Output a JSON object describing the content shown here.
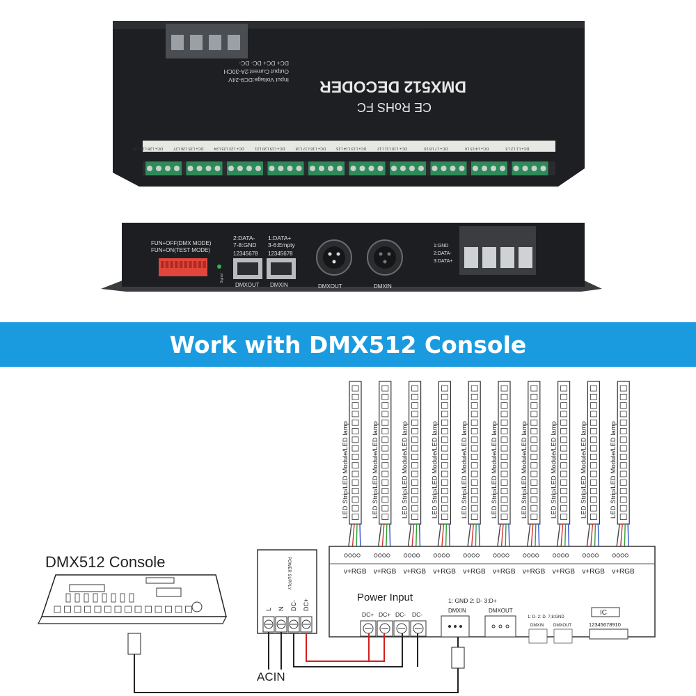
{
  "top_device": {
    "title": "DMX512 DECODER",
    "certs": "CE RoHS FC",
    "specs": [
      "Input Voltage:DC9-24V",
      "Output Current:2A-30CH",
      "DC+ DC+ DC- DC-"
    ],
    "terminal_groups": [
      "DC+ L1 L2 L3",
      "DC+ L4 L5 L6",
      "DC+ L7 L8 L9",
      "DC+ L10 L11 L12",
      "DC+ L13 L14 L15",
      "DC+ L16 L17 L18",
      "DC+ L19 L20 L21",
      "DC+ L22 L23 L24",
      "DC+ L25 L26 L27",
      "DC+ L28 L29 L30"
    ]
  },
  "side_device": {
    "mode_off": "FUN+OFF(DMX MODE)",
    "mode_on": "FUN+ON(TEST MODE)",
    "rj45_pins_left": "2:DATA-",
    "rj45_pins_left2": "7-8:GND",
    "rj45_pins_right": "1:DATA+",
    "rj45_pins_right2": "3-6:Empty",
    "pin_nums_a": "12345678",
    "pin_nums_b": "12345678",
    "rj45_out": "DMXOUT",
    "rj45_in": "DMXIN",
    "xlr_out": "DMXOUT",
    "xlr_in": "DMXIN",
    "term_gnd": "1:GND",
    "term_data_minus": "2:DATA-",
    "term_data_plus": "3:DATA+",
    "signal": "Signal"
  },
  "banner": {
    "text": "Work with DMX512 Console"
  },
  "diagram": {
    "strip_label": "LED Strip/LED Module/LED lamp",
    "strip_count": 10,
    "vrgb_label": "v+RGB",
    "console_label": "DMX512 Console",
    "power_supply_label": "POWER SUPPLY",
    "psu_terminals": [
      "L",
      "N",
      "DC-",
      "DC+"
    ],
    "acin_label": "ACIN",
    "power_input_label": "Power Input",
    "power_terms": [
      "DC+",
      "DC+",
      "DC-",
      "DC-"
    ],
    "dmx_pins": "1: GND  2: D-  3:D+",
    "dmxin_label": "DMXIN",
    "dmxout_label": "DMXOUT",
    "small_pins": "1: D- 2: D- 7,8:GND",
    "small_dmxin": "DMXIN",
    "small_dmxout": "DMXOUT",
    "ic_label": "IC",
    "dip_nums": "12345678910"
  }
}
